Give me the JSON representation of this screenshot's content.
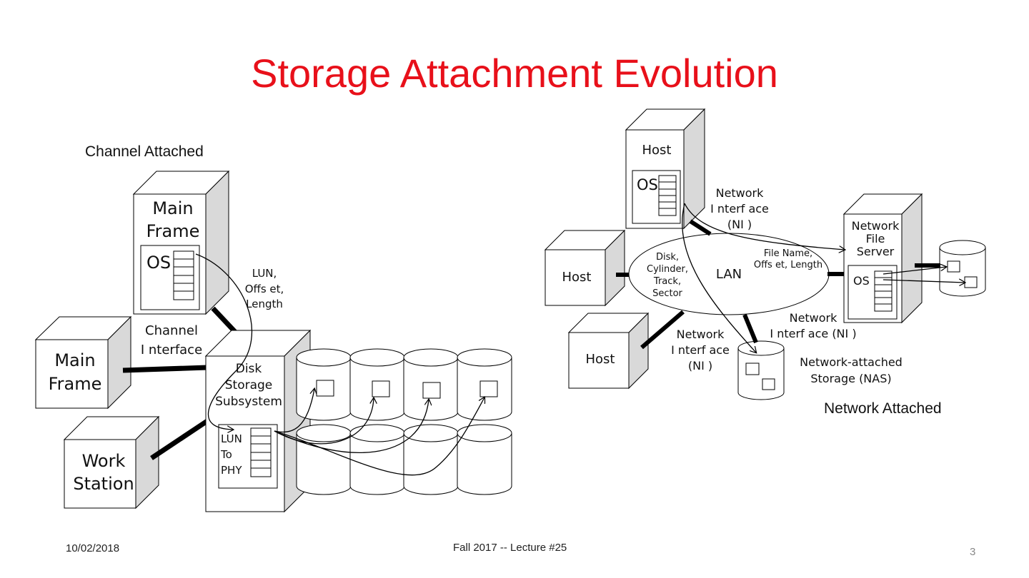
{
  "slide": {
    "title": "Storage Attachment Evolution",
    "footer_date": "10/02/2018",
    "footer_course": "Fall 2017 -- Lecture #25",
    "page_number": "3",
    "title_color": "#e8101a"
  },
  "channel": {
    "section_label": "Channel Attached",
    "mainframe_top": [
      "Main",
      "Frame"
    ],
    "os": "OS",
    "mainframe_left": [
      "Main",
      "Frame"
    ],
    "workstation": [
      "Work",
      "Station"
    ],
    "lun_label": [
      "LUN,",
      "Offs et,",
      "Length"
    ],
    "channel_interface": [
      "Channel",
      "I nterface"
    ],
    "disk_subsystem": [
      "Disk",
      "Storage",
      "Subsystem"
    ],
    "lun_phy": [
      "LUN",
      "To",
      "PHY"
    ]
  },
  "network": {
    "section_label": "Network Attached",
    "host_top": "Host",
    "os_top": "OS",
    "host_left": "Host",
    "host_bottom": "Host",
    "ni_top": [
      "Network",
      "I nterf ace",
      "(NI )"
    ],
    "lan": "LAN",
    "disk_params": [
      "Disk,",
      "Cylinder,",
      "Track,",
      "Sector"
    ],
    "file_params": [
      "File Name,",
      "Offs et, Length"
    ],
    "file_server": [
      "Network",
      "File",
      "Server"
    ],
    "os_server": "OS",
    "ni_left": [
      "Network",
      "I nterf ace",
      "(NI )"
    ],
    "ni_right": [
      "Network",
      "I nterf ace (NI )"
    ],
    "nas_label": [
      "Network-attached",
      "Storage (NAS)"
    ]
  }
}
